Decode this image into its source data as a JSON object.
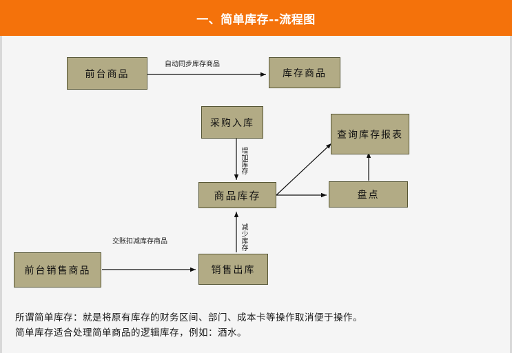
{
  "header": {
    "title": "一、简单库存--流程图",
    "background_color": "#f4720b",
    "text_color": "#ffffff"
  },
  "diagram": {
    "node_fill_color": "#b2ab85",
    "node_border_color": "#545433",
    "nodes": [
      {
        "id": "front-product",
        "label": "前台商品"
      },
      {
        "id": "stock-product",
        "label": "库存商品"
      },
      {
        "id": "purchase-inbound",
        "label": "采购入库"
      },
      {
        "id": "product-inventory",
        "label": "商品库存"
      },
      {
        "id": "inventory-report",
        "label": "查询库存报表"
      },
      {
        "id": "stocktaking",
        "label": "盘点"
      },
      {
        "id": "front-sales-product",
        "label": "前台销售商品"
      },
      {
        "id": "sales-outbound",
        "label": "销售出库"
      }
    ],
    "edge_labels": [
      {
        "id": "auto-sync",
        "label": "自动同步库存商品"
      },
      {
        "id": "increase-stock",
        "label": "增加库存"
      },
      {
        "id": "decrease-stock",
        "label": "减少库存"
      },
      {
        "id": "settle-deduct",
        "label": "交账扣减库存商品"
      }
    ]
  },
  "footer": {
    "line1": "所谓简单库存：就是将原有库存的财务区间、部门、成本卡等操作取消便于操作。",
    "line2": "简单库存适合处理简单商品的逻辑库存，例如：酒水。"
  }
}
